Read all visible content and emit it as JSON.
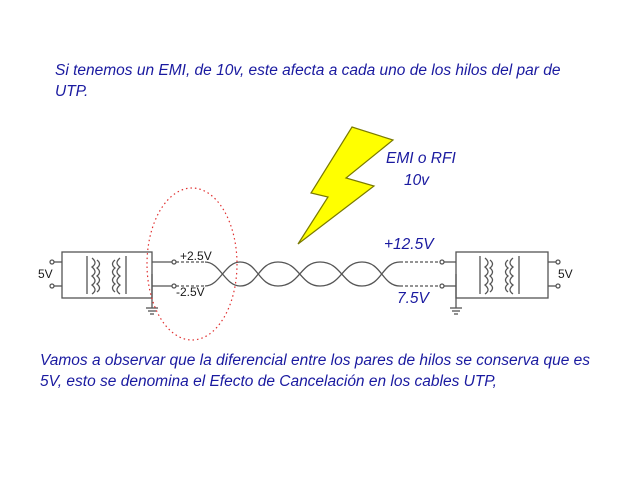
{
  "intro_text": "Si tenemos un EMI, de 10v, este afecta a cada uno de los hilos del par de UTP.",
  "emi_label": "EMI o RFI",
  "emi_value": "10v",
  "top_wire_voltage": "+12.5V",
  "bottom_wire_voltage": "7.5V",
  "left_source_voltage": "5V",
  "right_source_voltage": "5V",
  "left_top_voltage": "+2.5V",
  "left_bottom_voltage": "-2.5V",
  "conclusion_text": "Vamos a observar que la diferencial entre los pares de hilos se conserva que es 5V, esto se denomina el  Efecto de Cancelación en los cables UTP,",
  "colors": {
    "text": "#1a1aa0",
    "lightning_fill": "#ffff00",
    "lightning_stroke": "#7a7a00",
    "highlight_circle": "#e03030",
    "wire": "#555555"
  }
}
